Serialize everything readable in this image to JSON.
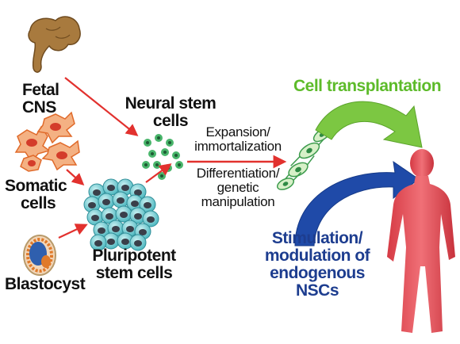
{
  "sources": {
    "fetal_line1": "Fetal",
    "fetal_line2": "CNS",
    "somatic_line1": "Somatic",
    "somatic_line2": "cells",
    "blastocyst": "Blastocyst"
  },
  "intermediate": {
    "pluripotent_line1": "Pluripotent",
    "pluripotent_line2": "stem cells",
    "nsc_line1": "Neural stem",
    "nsc_line2": "cells"
  },
  "processes": {
    "expansion_line1": "Expansion/",
    "expansion_line2": "immortalization",
    "differentiation_line1": "Differentiation/",
    "differentiation_line2": "genetic",
    "differentiation_line3": "manipulation"
  },
  "outcomes": {
    "transplant": "Cell transplantation",
    "stimulation_line1": "Stimulation/",
    "stimulation_line2": "modulation of",
    "stimulation_line3": "endogenous",
    "stimulation_line4": "NSCs"
  },
  "colors": {
    "arrow_red": "#e2312e",
    "arrow_green": "#7cc742",
    "arrow_blue": "#1f4aa8",
    "body_red": "#e9545a",
    "brain_brown": "#a87a3e",
    "cell_teal": "#7fd0d6",
    "nsc_green": "#49b56b"
  },
  "icons": [
    "fetal-cns-icon",
    "somatic-cells-icon",
    "blastocyst-icon",
    "pluripotent-cells-icon",
    "neural-stem-cells-icon",
    "differentiated-cells-icon",
    "human-body-icon"
  ]
}
